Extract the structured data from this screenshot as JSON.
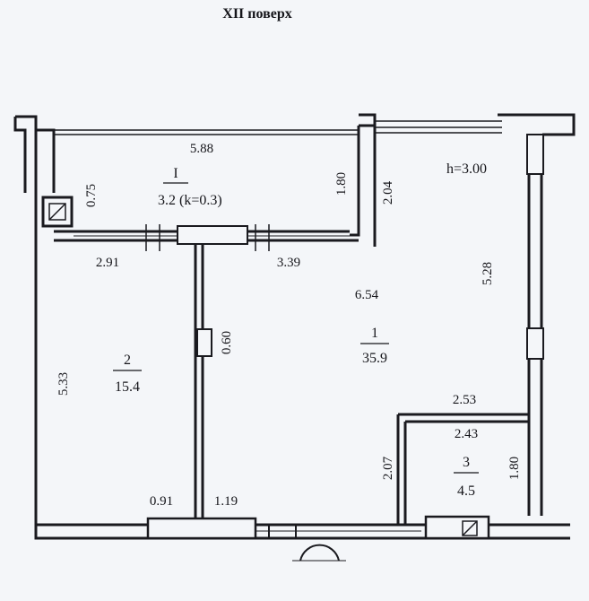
{
  "header": {
    "floor_title": "XII поверх"
  },
  "ceiling_height": "h=3.00",
  "rooms": [
    {
      "number": "I",
      "area": "3.2 (k=0.3)"
    },
    {
      "number": "1",
      "area": "35.9"
    },
    {
      "number": "2",
      "area": "15.4"
    },
    {
      "number": "3",
      "area": "4.5"
    }
  ],
  "dimensions": {
    "loggia_length": "5.88",
    "loggia_depth": "0.75",
    "loggia_right_wall": "1.80",
    "living_notch": "2.04",
    "living_right": "5.28",
    "living_width": "6.54",
    "partition_left": "2.91",
    "partition_right": "3.39",
    "bedroom_height": "5.33",
    "bedroom_door": "0.60",
    "bottom_left": "0.91",
    "bottom_mid": "1.19",
    "bath_outer_width": "2.53",
    "bath_inner_width": "2.43",
    "bath_height": "2.07",
    "bath_right": "1.80"
  }
}
